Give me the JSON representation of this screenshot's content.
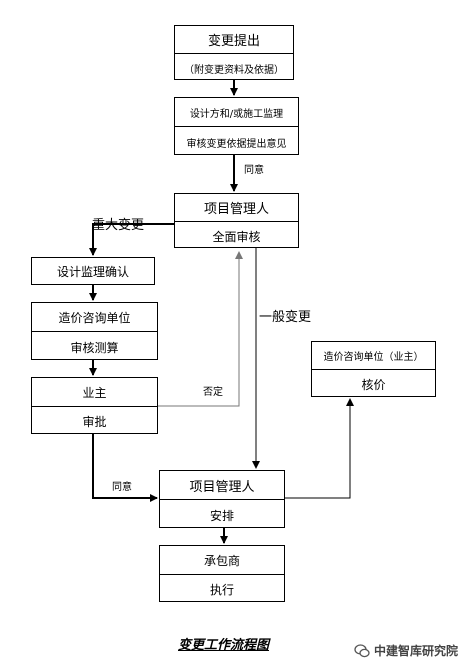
{
  "nodes": {
    "change_proposal": {
      "title": "变更提出",
      "subtitle": "（附变更资料及依据）"
    },
    "design_review": {
      "line1": "设计方和/或施工监理",
      "line2": "审核变更依据提出意见"
    },
    "pm_review": {
      "title": "项目管理人",
      "subtitle": "全面审核"
    },
    "design_supervision": {
      "title": "设计监理确认"
    },
    "cost_consult_audit": {
      "title": "造价咨询单位",
      "subtitle": "审核测算"
    },
    "owner": {
      "title": "业主",
      "subtitle": "审批"
    },
    "cost_consult_owner": {
      "title": "造价咨询单位（业主）",
      "subtitle": "核价"
    },
    "pm_arrange": {
      "title": "项目管理人",
      "subtitle": "安排"
    },
    "contractor": {
      "title": "承包商",
      "subtitle": "执行"
    }
  },
  "edge_labels": {
    "agree_1": "同意",
    "major_change": "重大变更",
    "general_change": "一般变更",
    "reject": "否定",
    "agree_2": "同意"
  },
  "caption": "变更工作流程图",
  "watermark": {
    "text": "中建智库研究院",
    "icon": "wechat-icon"
  }
}
